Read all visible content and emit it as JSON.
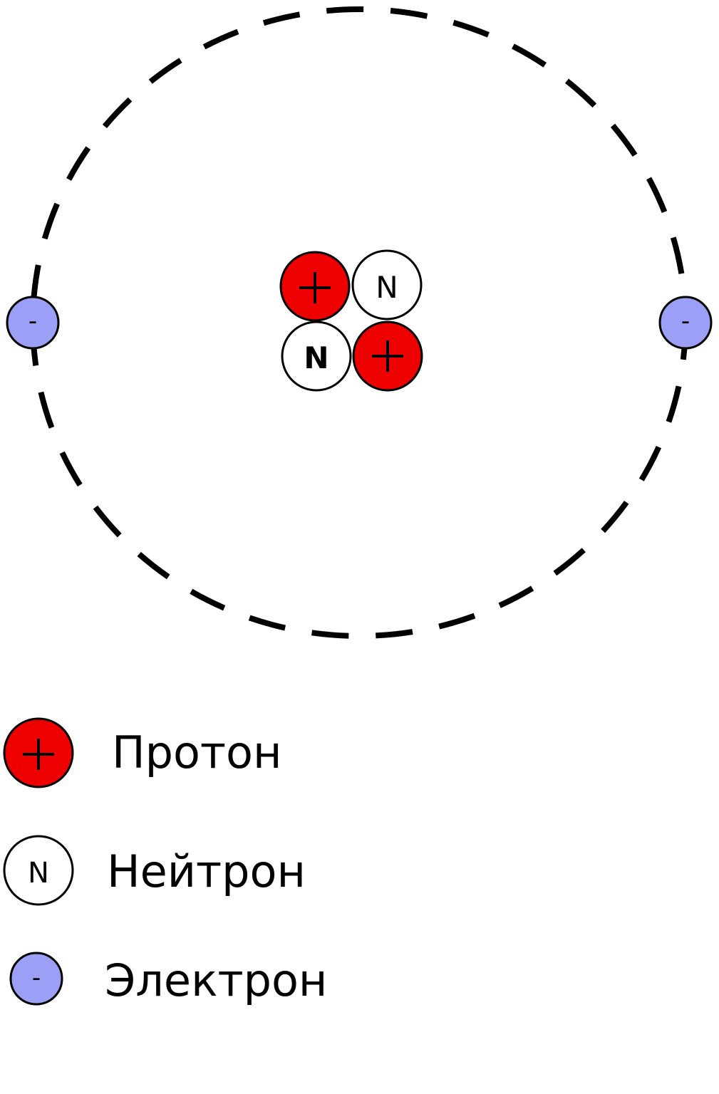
{
  "colors": {
    "proton": "#ee0000",
    "neutron": "#ffffff",
    "electron": "#9b9ff5",
    "stroke": "#000000"
  },
  "symbols": {
    "proton": "+",
    "neutron": "N",
    "electron": "-"
  },
  "legend": {
    "proton": "Протон",
    "neutron": "Нейтрон",
    "electron": "Электрон"
  }
}
